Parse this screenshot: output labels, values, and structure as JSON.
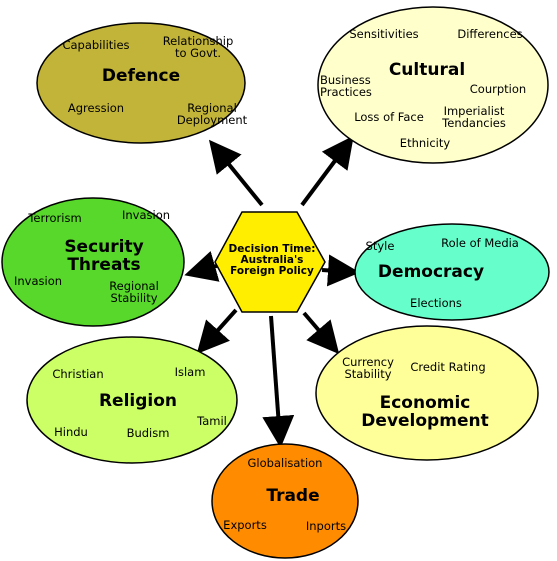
{
  "center": {
    "lines": [
      "Decision Time:",
      "Australia's",
      "Foreign Policy"
    ]
  },
  "defence": {
    "title": "Defence",
    "items": [
      "Capabilities",
      "Relationship\nto Govt.",
      "Agression",
      "Regional\nDeployment"
    ]
  },
  "cultural": {
    "title": "Cultural",
    "items": [
      "Sensitivities",
      "Differences",
      "Business\nPractices",
      "Courption",
      "Loss of Face",
      "Imperialist\nTendancies",
      "Ethnicity"
    ]
  },
  "security": {
    "title": "Security\nThreats",
    "items": [
      "Terrorism",
      "Invasion",
      "Invasion",
      "Regional\nStability"
    ]
  },
  "democracy": {
    "title": "Democracy",
    "items": [
      "Style",
      "Role of Media",
      "Elections"
    ]
  },
  "religion": {
    "title": "Religion",
    "items": [
      "Christian",
      "Islam",
      "Tamil",
      "Hindu",
      "Budism"
    ]
  },
  "economic": {
    "title": "Economic\nDevelopment",
    "items": [
      "Currency\nStability",
      "Credit Rating"
    ]
  },
  "trade": {
    "title": "Trade",
    "items": [
      "Globalisation",
      "Exports",
      "Inports"
    ]
  },
  "colors": {
    "defence": "#c2b438",
    "cultural": "#ffffcc",
    "security": "#57d82a",
    "democracy": "#66ffcc",
    "religion": "#ccff66",
    "economic": "#ffff99",
    "trade": "#ff8c00",
    "center": "#ffee00"
  }
}
